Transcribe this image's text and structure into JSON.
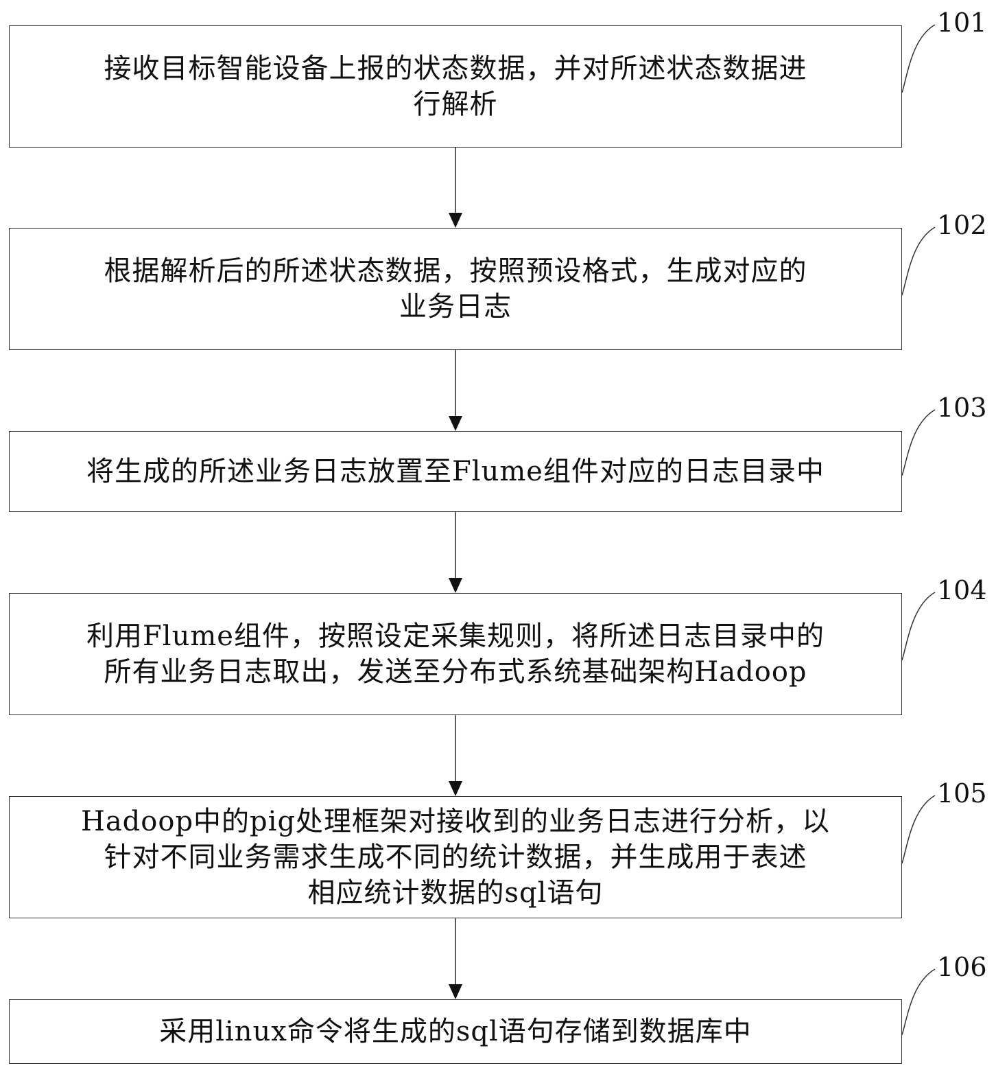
{
  "steps": [
    {
      "number": "101",
      "lines": [
        "接收目标智能设备上报的状态数据，并对所述状态数据进",
        "行解析"
      ]
    },
    {
      "number": "102",
      "lines": [
        "根据解析后的所述状态数据，按照预设格式，生成对应的",
        "业务日志"
      ]
    },
    {
      "number": "103",
      "lines": [
        "将生成的所述业务日志放置至Flume组件对应的日志目录中"
      ]
    },
    {
      "number": "104",
      "lines": [
        "利用Flume组件，按照设定采集规则，将所述日志目录中的",
        "所有业务日志取出，发送至分布式系统基础架构Hadoop"
      ]
    },
    {
      "number": "105",
      "lines": [
        "Hadoop中的pig处理框架对接收到的业务日志进行分析，以",
        "针对不同业务需求生成不同的统计数据，并生成用于表述",
        "相应统计数据的sql语句"
      ]
    },
    {
      "number": "106",
      "lines": [
        "采用linux命令将生成的sql语句存储到数据库中"
      ]
    }
  ]
}
